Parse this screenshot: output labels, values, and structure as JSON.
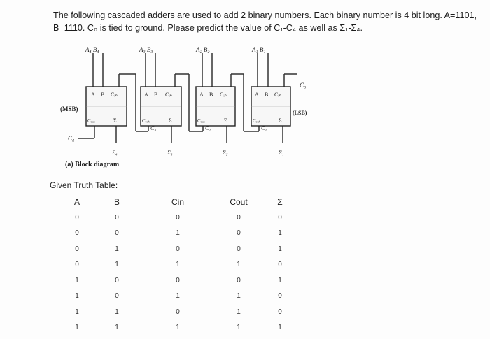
{
  "question": {
    "line1": "The following cascaded adders are used to add 2 binary numbers. Each binary number is 4 bit long. A=1101,",
    "line2": "B=1110. C₀ is tied to ground.  Please predict the value of C₁-C₄ as well as Σ₁-Σ₄."
  },
  "diagram": {
    "msb_label": "(MSB)",
    "lsb_label": "(LSB)",
    "c0_label": "C₀",
    "c4_label": "C₄",
    "caption": "(a) Block diagram",
    "adders": [
      {
        "inputs": "A₄  B₄",
        "in_a": "A",
        "in_b": "B",
        "in_cin": "Cᵢₙ",
        "out_cout": "Cₒᵤₜ",
        "out_sum": "Σ",
        "sum_out": "Σ₄",
        "carry_out": ""
      },
      {
        "inputs": "A₃  B₃",
        "in_a": "A",
        "in_b": "B",
        "in_cin": "Cᵢₙ",
        "out_cout": "Cₒᵤₜ",
        "out_sum": "Σ",
        "sum_out": "Σ₃",
        "carry_out": "C₃"
      },
      {
        "inputs": "A₂  B₂",
        "in_a": "A",
        "in_b": "B",
        "in_cin": "Cᵢₙ",
        "out_cout": "Cₒᵤₜ",
        "out_sum": "Σ",
        "sum_out": "Σ₂",
        "carry_out": "C₂"
      },
      {
        "inputs": "A₁  B₁",
        "in_a": "A",
        "in_b": "B",
        "in_cin": "Cᵢₙ",
        "out_cout": "Cₒᵤₜ",
        "out_sum": "Σ",
        "sum_out": "Σ₁",
        "carry_out": "C₁"
      }
    ]
  },
  "truth_table": {
    "title": "Given Truth Table:",
    "headers": [
      "A",
      "B",
      "Cin",
      "Cout",
      "Σ"
    ],
    "rows": [
      [
        "0",
        "0",
        "0",
        "0",
        "0"
      ],
      [
        "0",
        "0",
        "1",
        "0",
        "1"
      ],
      [
        "0",
        "1",
        "0",
        "0",
        "1"
      ],
      [
        "0",
        "1",
        "1",
        "1",
        "0"
      ],
      [
        "1",
        "0",
        "0",
        "0",
        "1"
      ],
      [
        "1",
        "0",
        "1",
        "1",
        "0"
      ],
      [
        "1",
        "1",
        "0",
        "1",
        "0"
      ],
      [
        "1",
        "1",
        "1",
        "1",
        "1"
      ]
    ]
  }
}
